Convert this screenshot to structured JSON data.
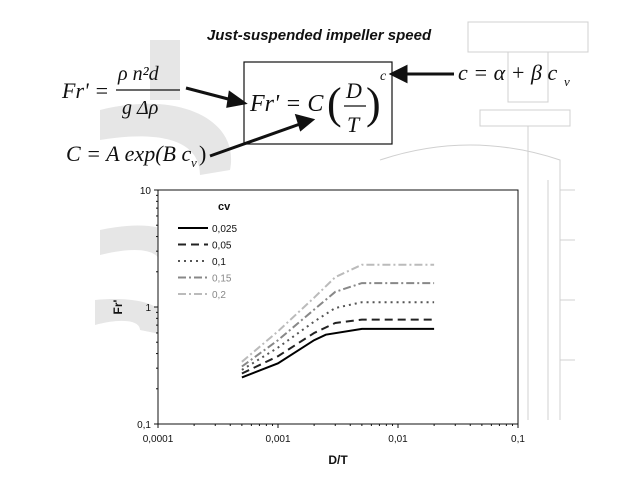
{
  "title": "Just-suspended impeller speed",
  "equations": {
    "fr_def": {
      "lhs": "Fr' =",
      "numerator": "ρ n²d",
      "denominator": "g Δρ"
    },
    "main": {
      "lhs": "Fr' = C",
      "numerator": "D",
      "denominator": "T",
      "exponent": "c"
    },
    "c_def": "c = α + β c",
    "c_def_sub": "v",
    "C_def": "C = A exp(B c",
    "C_def_sub": "v",
    "C_def_close": ")"
  },
  "chart_data": {
    "type": "line",
    "xscale": "log",
    "yscale": "log",
    "xlabel": "D/T",
    "ylabel": "Fr'",
    "xlim": [
      0.0001,
      0.1
    ],
    "ylim": [
      0.1,
      10
    ],
    "xticks": [
      "0,0001",
      "0,001",
      "0,01",
      "0,1"
    ],
    "yticks": [
      "0,1",
      "1",
      "10"
    ],
    "legend_title": "cv",
    "legend_placement": "top-left",
    "grid": false,
    "series": [
      {
        "name": "0,025",
        "color": "#000000",
        "dash": "solid",
        "points": [
          [
            0.0005,
            0.25
          ],
          [
            0.001,
            0.33
          ],
          [
            0.002,
            0.52
          ],
          [
            0.0025,
            0.58
          ],
          [
            0.005,
            0.65
          ],
          [
            0.01,
            0.65
          ],
          [
            0.02,
            0.65
          ]
        ]
      },
      {
        "name": "0,05",
        "color": "#222222",
        "dash": "dash",
        "points": [
          [
            0.0005,
            0.27
          ],
          [
            0.001,
            0.38
          ],
          [
            0.002,
            0.6
          ],
          [
            0.003,
            0.73
          ],
          [
            0.005,
            0.78
          ],
          [
            0.01,
            0.78
          ],
          [
            0.02,
            0.78
          ]
        ]
      },
      {
        "name": "0,1",
        "color": "#555555",
        "dash": "dot",
        "points": [
          [
            0.0005,
            0.29
          ],
          [
            0.001,
            0.45
          ],
          [
            0.002,
            0.75
          ],
          [
            0.003,
            0.98
          ],
          [
            0.005,
            1.1
          ],
          [
            0.01,
            1.1
          ],
          [
            0.02,
            1.1
          ]
        ]
      },
      {
        "name": "0,15",
        "color": "#888888",
        "dash": "dashdot",
        "points": [
          [
            0.0005,
            0.31
          ],
          [
            0.001,
            0.52
          ],
          [
            0.002,
            0.95
          ],
          [
            0.003,
            1.35
          ],
          [
            0.005,
            1.6
          ],
          [
            0.01,
            1.6
          ],
          [
            0.02,
            1.6
          ]
        ]
      },
      {
        "name": "0,2",
        "color": "#bbbbbb",
        "dash": "dashdot",
        "points": [
          [
            0.0005,
            0.34
          ],
          [
            0.001,
            0.62
          ],
          [
            0.002,
            1.2
          ],
          [
            0.003,
            1.8
          ],
          [
            0.005,
            2.3
          ],
          [
            0.01,
            2.3
          ],
          [
            0.02,
            2.3
          ]
        ]
      }
    ]
  }
}
